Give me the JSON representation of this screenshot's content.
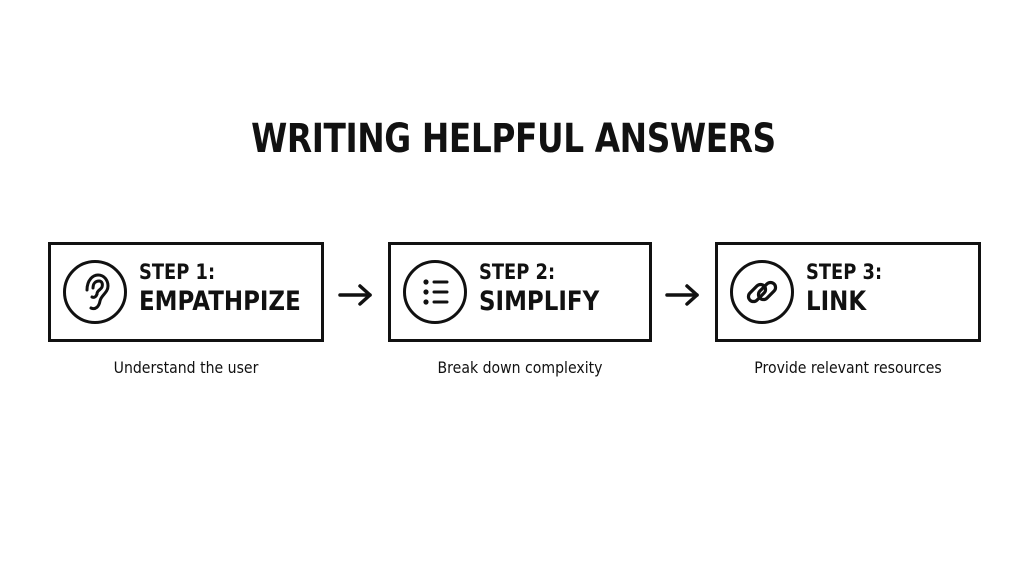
{
  "title": "WRITING HELPFUL ANSWERS",
  "steps": [
    {
      "label": "STEP 1:",
      "name": "EMPATHPIZE",
      "caption": "Understand the user",
      "icon": "ear-icon"
    },
    {
      "label": "STEP 2:",
      "name": "SIMPLIFY",
      "caption": "Break down complexity",
      "icon": "list-icon"
    },
    {
      "label": "STEP 3:",
      "name": "LINK",
      "caption": "Provide relevant resources",
      "icon": "link-icon"
    }
  ],
  "connector_icon": "right-arrow-icon",
  "colors": {
    "ink": "#111111",
    "background": "#ffffff"
  }
}
